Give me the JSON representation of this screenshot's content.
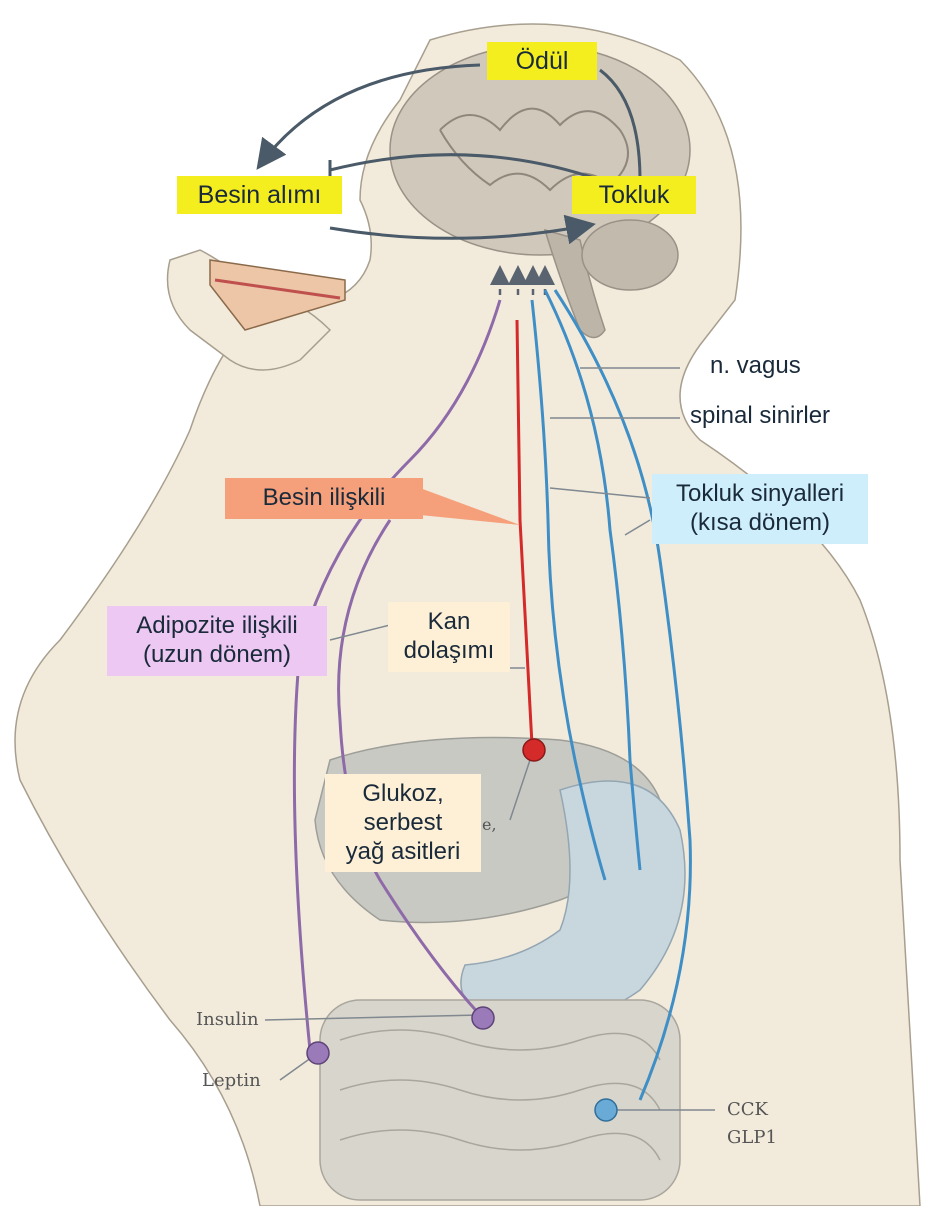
{
  "labels": {
    "odul": "Ödül",
    "besin_alimi": "Besin alımı",
    "tokluk": "Tokluk",
    "n_vagus": "n. vagus",
    "spinal": "spinal sinirler",
    "besin_iliskili": "Besin ilişkili",
    "tokluk_sinyalleri_1": "Tokluk sinyalleri",
    "tokluk_sinyalleri_2": "(kısa dönem)",
    "adipozite_1": "Adipozite ilişkili",
    "adipozite_2": "(uzun dönem)",
    "kan_1": "Kan",
    "kan_2": "dolaşımı",
    "glukoz_1": "Glukoz,",
    "glukoz_2": "serbest",
    "glukoz_3": "yağ asitleri",
    "insulin": "Insulin",
    "leptin": "Leptin",
    "cck": "CCK",
    "glp1": "GLP1",
    "fragment_e": "e,"
  },
  "colors": {
    "skin": "#f2ebdc",
    "brain": "#cfc8bb",
    "organ": "#c9c9c4",
    "stomach": "#c8d6de",
    "purple_path": "#8e6aa8",
    "red_path": "#d42a2a",
    "blue_path": "#3f8fc6",
    "arrow_dark": "#4a5a68"
  }
}
